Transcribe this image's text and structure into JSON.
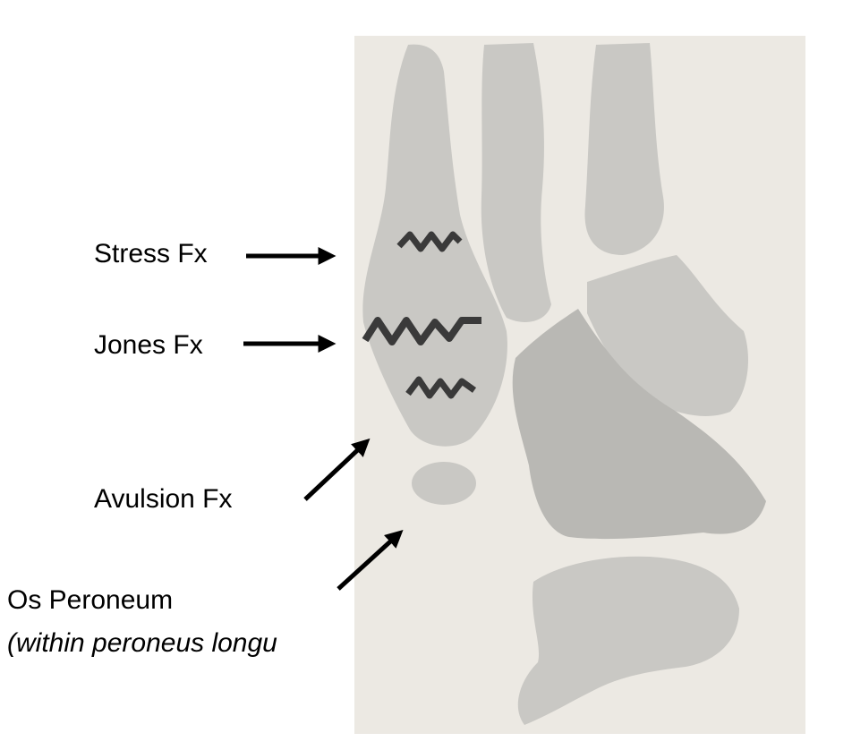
{
  "labels": {
    "stress": "Stress Fx",
    "jones": "Jones Fx",
    "avulsion": "Avulsion Fx",
    "os_peroneum_title": "Os Peroneum",
    "os_peroneum_subtitle": "(within peroneus longu"
  },
  "colors": {
    "background": "#ffffff",
    "scan_background": "#ece9e3",
    "bone": "#c9c8c4",
    "bone_dark": "#b7b6b2",
    "fracture_line": "#3a3a3a",
    "arrow": "#000000"
  }
}
